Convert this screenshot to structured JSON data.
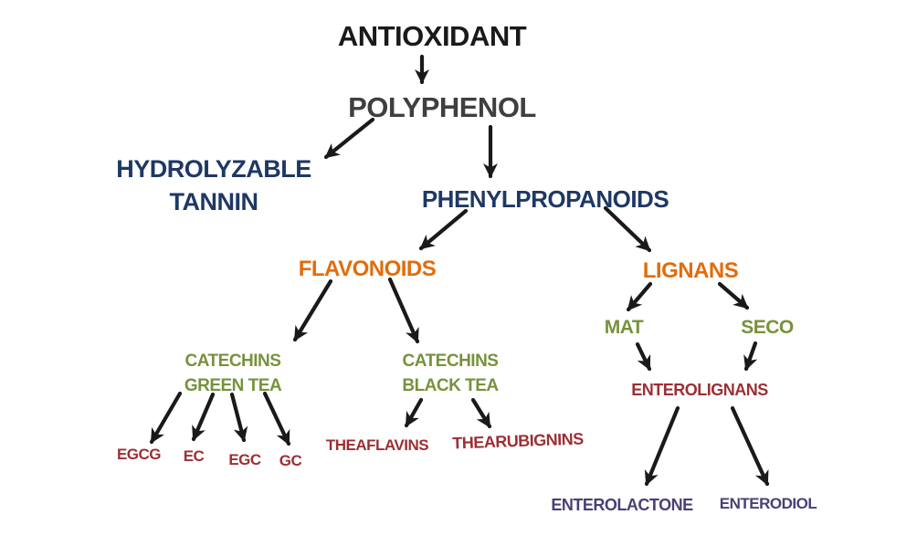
{
  "diagram_title": "Antioxidant classification flowchart",
  "colors": {
    "root": "#1a1a1a",
    "polyphenol": "#3f3f3f",
    "navy_level": "#1f3864",
    "orange_level": "#e36c0a",
    "olive_level": "#76923c",
    "maroon_level": "#9c2f34",
    "purple_level": "#4a3f76",
    "arrow": "#1a1a1a",
    "background": "#ffffff"
  },
  "nodes": {
    "antioxidant": {
      "label": "ANTIOXIDANT"
    },
    "polyphenol": {
      "label": "POLYPHENOL"
    },
    "hydrolyzable_tannin": {
      "line1": "HYDROLYZABLE",
      "line2": "TANNIN"
    },
    "phenylpropanoids": {
      "label": "PHENYLPROPANOIDS"
    },
    "flavonoids": {
      "label": "FLAVONOIDS"
    },
    "lignans": {
      "label": "LIGNANS"
    },
    "catechins_green_tea": {
      "line1": "CATECHINS",
      "line2": "GREEN TEA"
    },
    "catechins_black_tea": {
      "line1": "CATECHINS",
      "line2": "BLACK TEA"
    },
    "egcg": {
      "label": "EGCG"
    },
    "ec": {
      "label": "EC"
    },
    "egc": {
      "label": "EGC"
    },
    "gc": {
      "label": "GC"
    },
    "theaflavins": {
      "label": "THEAFLAVINS"
    },
    "thearubignins": {
      "label": "THEARUBIGNINS"
    },
    "mat": {
      "label": "MAT"
    },
    "seco": {
      "label": "SECO"
    },
    "enterolignans": {
      "label": "ENTEROLIGNANS"
    },
    "enterolactone": {
      "label": "ENTEROLACTONE"
    },
    "enterodiol": {
      "label": "ENTERODIOL"
    }
  },
  "edges": [
    {
      "from": "antioxidant",
      "to": "polyphenol"
    },
    {
      "from": "polyphenol",
      "to": "hydrolyzable_tannin"
    },
    {
      "from": "polyphenol",
      "to": "phenylpropanoids"
    },
    {
      "from": "phenylpropanoids",
      "to": "flavonoids"
    },
    {
      "from": "phenylpropanoids",
      "to": "lignans"
    },
    {
      "from": "flavonoids",
      "to": "catechins_green_tea"
    },
    {
      "from": "flavonoids",
      "to": "catechins_black_tea"
    },
    {
      "from": "catechins_green_tea",
      "to": "egcg"
    },
    {
      "from": "catechins_green_tea",
      "to": "ec"
    },
    {
      "from": "catechins_green_tea",
      "to": "egc"
    },
    {
      "from": "catechins_green_tea",
      "to": "gc"
    },
    {
      "from": "catechins_black_tea",
      "to": "theaflavins"
    },
    {
      "from": "catechins_black_tea",
      "to": "thearubignins"
    },
    {
      "from": "lignans",
      "to": "mat"
    },
    {
      "from": "lignans",
      "to": "seco"
    },
    {
      "from": "mat",
      "to": "enterolignans"
    },
    {
      "from": "seco",
      "to": "enterolignans"
    },
    {
      "from": "enterolignans",
      "to": "enterolactone"
    },
    {
      "from": "enterolignans",
      "to": "enterodiol"
    }
  ]
}
